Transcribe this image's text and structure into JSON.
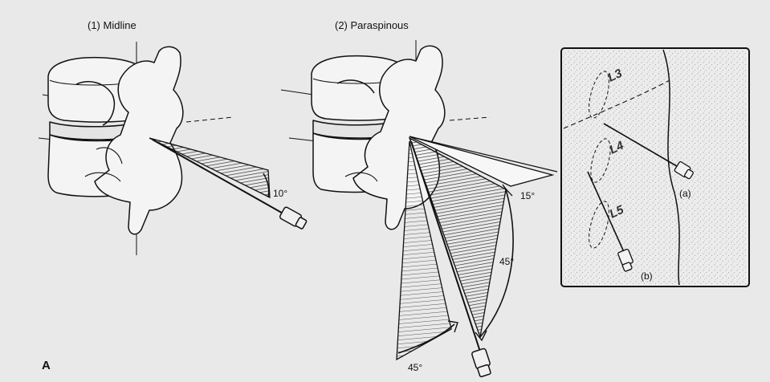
{
  "figure": {
    "panel_letter": "A",
    "views": [
      {
        "number": "(1)",
        "title": "Midline",
        "angles": [
          "10°"
        ]
      },
      {
        "number": "(2)",
        "title": "Paraspinous",
        "angles": [
          "15°",
          "45°",
          "45°"
        ]
      }
    ],
    "inset": {
      "vertebra_labels": [
        "L3",
        "L4",
        "L5"
      ],
      "needle_labels": [
        "(a)",
        "(b)"
      ]
    }
  }
}
